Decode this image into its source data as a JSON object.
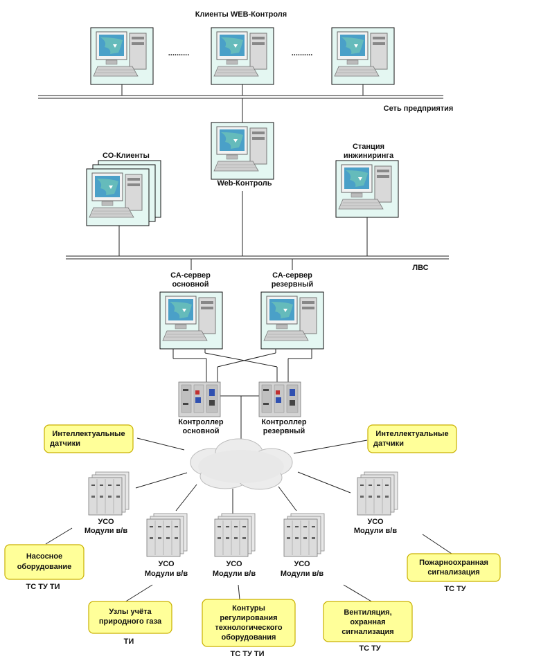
{
  "labels": {
    "web_clients": "Клиенты WEB-Контроля",
    "enterprise_net": "Сеть предприятия",
    "co_clients": "СО-Клиенты",
    "web_control": "Web-Контроль",
    "eng_station_1": "Станция",
    "eng_station_2": "инжиниринга",
    "lan": "ЛВС",
    "sa_main_1": "СА-сервер",
    "sa_main_2": "основной",
    "sa_res_1": "СА-сервер",
    "sa_res_2": "резервный",
    "ctrl_main_1": "Контроллер",
    "ctrl_main_2": "основной",
    "ctrl_res_1": "Контроллер",
    "ctrl_res_2": "резервный",
    "dots": "..........",
    "uso": "УСО",
    "modules": "Модули в/в"
  },
  "boxes": {
    "sensors_left": [
      "Интеллектуальные",
      "датчики"
    ],
    "sensors_right": [
      "Интеллектуальные",
      "датчики"
    ],
    "pumps": [
      "Насосное",
      "оборудование"
    ],
    "gas": [
      "Узлы учёта",
      "природного газа"
    ],
    "contours": [
      "Контуры",
      "регулирования",
      "технологического",
      "оборудования"
    ],
    "ventilation": [
      "Вентиляция,",
      "охранная",
      "сигнализация"
    ],
    "fire": [
      "Пожарноохранная",
      "сигнализация"
    ]
  },
  "signals": {
    "pumps": "ТС  ТУ  ТИ",
    "gas": "ТИ",
    "contours": "ТС  ТУ  ТИ",
    "ventilation": "ТС  ТУ",
    "fire": "ТС  ТУ"
  },
  "colors": {
    "box_fill": "#ffff99",
    "box_stroke": "#c9b000",
    "screen": "#4aa0c8",
    "monitor_bg": "#dff5f0",
    "line": "#222222"
  }
}
